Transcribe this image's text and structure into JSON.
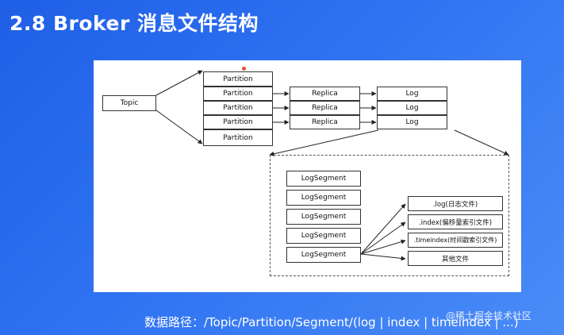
{
  "slide": {
    "title": "2.8 Broker 消息文件结构",
    "path_caption": "数据路径：/Topic/Partition/Segment/(log | index | timeindex | ...)",
    "watermark": "@稀土掘金技术社区"
  },
  "diagram": {
    "topic": "Topic",
    "partitions": [
      "Partition",
      "Partition",
      "Partition",
      "Partition",
      "Partition"
    ],
    "replicas": [
      "Replica",
      "Replica",
      "Replica"
    ],
    "logs": [
      "Log",
      "Log",
      "Log"
    ],
    "log_segments": [
      "LogSegment",
      "LogSegment",
      "LogSegment",
      "LogSegment",
      "LogSegment"
    ],
    "segment_files": [
      ".log(日志文件)",
      ".index(偏移量索引文件)",
      ".timeindex(时间戳索引文件)",
      "其他文件"
    ]
  }
}
